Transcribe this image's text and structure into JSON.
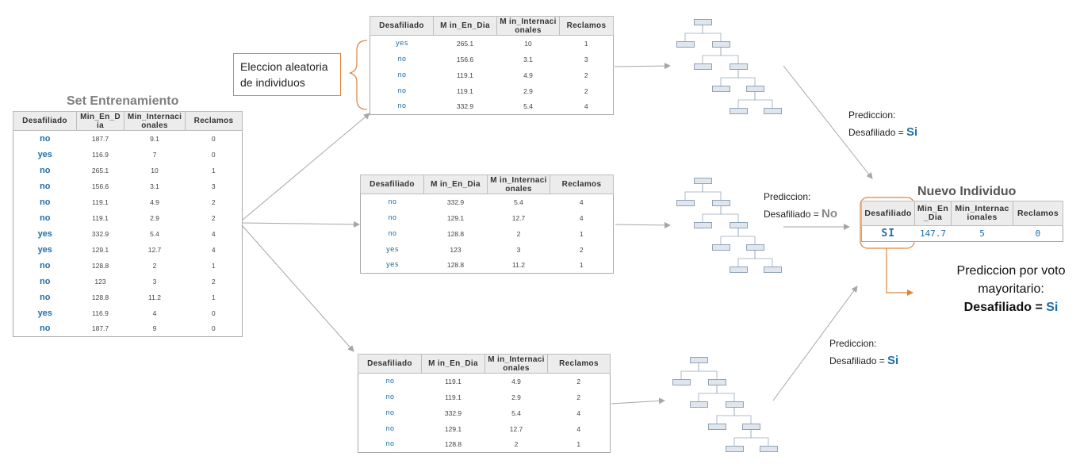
{
  "training": {
    "title": "Set Entrenamiento",
    "headers": [
      "Desafiliado",
      "Min_En_D ia",
      "Min_Internaci onales",
      "Reclamos"
    ],
    "rows": [
      [
        "no",
        "187.7",
        "9.1",
        "0"
      ],
      [
        "yes",
        "116.9",
        "7",
        "0"
      ],
      [
        "no",
        "265.1",
        "10",
        "1"
      ],
      [
        "no",
        "156.6",
        "3.1",
        "3"
      ],
      [
        "no",
        "119.1",
        "4.9",
        "2"
      ],
      [
        "no",
        "119.1",
        "2.9",
        "2"
      ],
      [
        "yes",
        "332.9",
        "5.4",
        "4"
      ],
      [
        "yes",
        "129.1",
        "12.7",
        "4"
      ],
      [
        "no",
        "128.8",
        "2",
        "1"
      ],
      [
        "no",
        "123",
        "3",
        "2"
      ],
      [
        "no",
        "128.8",
        "11.2",
        "1"
      ],
      [
        "yes",
        "116.9",
        "4",
        "0"
      ],
      [
        "no",
        "187.7",
        "9",
        "0"
      ]
    ]
  },
  "random_selection_label": "Eleccion aleatoria de individuos",
  "samples": [
    {
      "headers": [
        "Desafiliado",
        "M in_En_Dia",
        "M in_Internaci onales",
        "Reclamos"
      ],
      "rows": [
        [
          "yes",
          "265.1",
          "10",
          "1"
        ],
        [
          "no",
          "156.6",
          "3.1",
          "3"
        ],
        [
          "no",
          "119.1",
          "4.9",
          "2"
        ],
        [
          "no",
          "119.1",
          "2.9",
          "2"
        ],
        [
          "no",
          "332.9",
          "5.4",
          "4"
        ]
      ]
    },
    {
      "headers": [
        "Desafiliado",
        "M in_En_Dia",
        "M in_Internaci onales",
        "Reclamos"
      ],
      "rows": [
        [
          "no",
          "332.9",
          "5.4",
          "4"
        ],
        [
          "no",
          "129.1",
          "12.7",
          "4"
        ],
        [
          "no",
          "128.8",
          "2",
          "1"
        ],
        [
          "yes",
          "123",
          "3",
          "2"
        ],
        [
          "yes",
          "128.8",
          "11.2",
          "1"
        ]
      ]
    },
    {
      "headers": [
        "Desafiliado",
        "M in_En_Dia",
        "M in_Internaci onales",
        "Reclamos"
      ],
      "rows": [
        [
          "no",
          "119.1",
          "4.9",
          "2"
        ],
        [
          "no",
          "119.1",
          "2.9",
          "2"
        ],
        [
          "no",
          "332.9",
          "5.4",
          "4"
        ],
        [
          "no",
          "129.1",
          "12.7",
          "4"
        ],
        [
          "no",
          "128.8",
          "2",
          "1"
        ]
      ]
    }
  ],
  "predictions": [
    {
      "line1": "Prediccion:",
      "line2": "Desafiliado = ",
      "value": "Si"
    },
    {
      "line1": "Prediccion:",
      "line2": "Desafiliado = ",
      "value": "No"
    },
    {
      "line1": "Prediccion:",
      "line2": "Desafiliado = ",
      "value": "Si"
    }
  ],
  "new_individual": {
    "title": "Nuevo Individuo",
    "headers": [
      "Desafiliado",
      "Min_En _Dia",
      "Min_Internac ionales",
      "Reclamos"
    ],
    "row": [
      "SI",
      "147.7",
      "5",
      "0"
    ]
  },
  "vote": {
    "line1": "Prediccion por voto",
    "line2": "mayoritario:",
    "label": "Desafiliado = ",
    "value": "Si"
  },
  "colors": {
    "accent": "#1f6fa8",
    "orange": "#e0833b",
    "arrow": "#a6a6a6"
  }
}
